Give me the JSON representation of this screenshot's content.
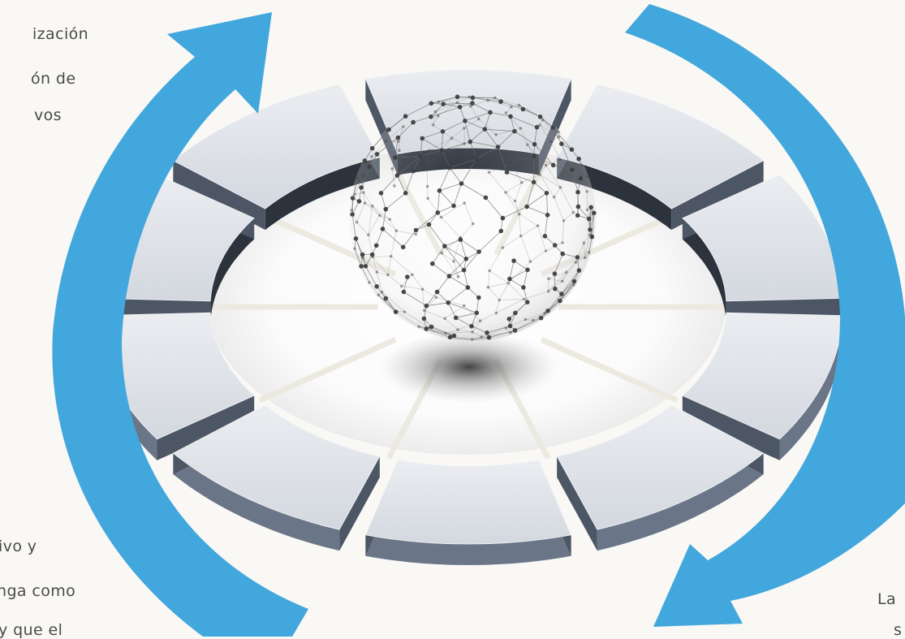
{
  "text_left_top": [
    "ización",
    "ón de",
    "vos"
  ],
  "text_left_bottom": [
    "ivo y",
    "nga como",
    "y que el"
  ],
  "text_right_bottom": [
    "La",
    "s"
  ],
  "colors": {
    "arrow": "#42a7dc",
    "segment_top": "#dde1e7",
    "segment_side": "#6a7688",
    "segment_inner": "#2c333d",
    "background": "#f9f8f5"
  },
  "icons": {
    "cycle_arrow_left": "circular-arrow-up-left-icon",
    "cycle_arrow_right": "circular-arrow-down-left-icon",
    "globe": "wireframe-network-globe-icon"
  },
  "segments_count": 10
}
